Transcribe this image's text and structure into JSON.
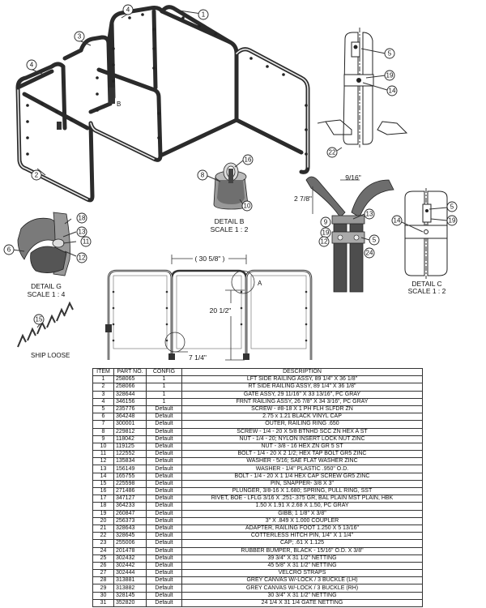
{
  "callouts": {
    "iso_1": "1",
    "iso_2": "2",
    "iso_3": "3",
    "iso_4a": "4",
    "iso_4b": "4",
    "clamp_5": "5",
    "clamp_19": "19",
    "clamp_14": "14",
    "clamp_22": "22",
    "b_16": "16",
    "b_8": "8",
    "b_10": "10",
    "g_18": "18",
    "g_13": "13",
    "g_11": "11",
    "g_12": "12",
    "g_6": "6",
    "ship_15": "15",
    "mid_9": "9",
    "mid_19": "19",
    "mid_12": "12",
    "mid_13": "13",
    "mid_5": "5",
    "mid_24": "24",
    "c_5": "5",
    "c_19": "19",
    "c_14": "14"
  },
  "labels": {
    "detail_b": "DETAIL B",
    "scale_b": "SCALE 1 : 2",
    "detail_g": "DETAIL G",
    "scale_g": "SCALE 1 : 4",
    "detail_c": "DETAIL C",
    "scale_c": "SCALE 1 : 2",
    "ship_loose": "SHIP LOOSE",
    "view_b": "B",
    "view_a": "A"
  },
  "dimensions": {
    "top_width": "( 30 5/8\" )",
    "height": "20 1/2\"",
    "bottom": "7 1/4\"",
    "tube_gap": "9/16\"",
    "tube_height": "2 7/8\""
  },
  "bom": {
    "headers": [
      "ITEM",
      "PART NO.",
      "CONFIG",
      "DESCRIPTION"
    ],
    "rows": [
      [
        "1",
        "258065",
        "1",
        "LFT SIDE RAILING ASSY, 89 1/4\" X 36 1/8\""
      ],
      [
        "2",
        "258066",
        "1",
        "RT SIDE RAILING ASSY, 89 1/4\" X 36 1/8\""
      ],
      [
        "3",
        "328644",
        "1",
        "GATE ASSY, 29 11/16\" X 33 13/16\", PC GRAY"
      ],
      [
        "4",
        "346156",
        "1",
        "FRNT RAILING ASSY, 26 7/8\" X 34 3/16\", PC GRAY"
      ],
      [
        "5",
        "235776",
        "Default",
        "SCREW - #8-18 X 1 PH FLH SLFDR ZN"
      ],
      [
        "6",
        "364248",
        "Default",
        "2.75 x 1.21 BLACK VINYL CAP"
      ],
      [
        "7",
        "300001",
        "Default",
        "OUTER, RAILING RING .650"
      ],
      [
        "8",
        "229812",
        "Default",
        "SCREW - 1/4 - 20 X 5/8 BTNHD SCC ZN HEX A ST"
      ],
      [
        "9",
        "118042",
        "Default",
        "NUT - 1/4 - 20; NYLON INSERT LOCK NUT ZINC"
      ],
      [
        "10",
        "119125",
        "Default",
        "NUT - 3/8 - 16 HEX ZN GR 5 ST"
      ],
      [
        "11",
        "122552",
        "Default",
        "BOLT - 1/4 - 20 X 2 1/2; HEX TAP BOLT GR5 ZINC"
      ],
      [
        "12",
        "135834",
        "Default",
        "WASHER - 5/16; SAE FLAT WASHER ZINC"
      ],
      [
        "13",
        "156149",
        "Default",
        "WASHER - 1/4\" PLASTIC .950\" O.D."
      ],
      [
        "14",
        "165755",
        "Default",
        "BOLT - 1/4 - 20 X 1 1/4 HEX CAP SCREW GR5 ZINC"
      ],
      [
        "15",
        "225598",
        "Default",
        "PIN, SNAPPER- 3/8 X 3\""
      ],
      [
        "16",
        "271486",
        "Default",
        "PLUNGER, 3/8-16 X 1.680; SPRING, PULL RING, SST"
      ],
      [
        "17",
        "347127",
        "Default",
        "RIVET, BOE - LFLG 3/16 X .251-.375 GR, BAL PLAIN MST PLAIN, HBK"
      ],
      [
        "18",
        "364233",
        "Default",
        "1.50 X 1.91 X 2.68 X 1.50, PC GRAY"
      ],
      [
        "19",
        "260847",
        "Default",
        "GIBB; 1 1/8\" X 3/8\""
      ],
      [
        "20",
        "256373",
        "Default",
        "3\" X .849 X 1.000 COUPLER"
      ],
      [
        "21",
        "328643",
        "Default",
        "ADAPTER, RAILING FOOT 1.250 X 5 13/16\""
      ],
      [
        "22",
        "328645",
        "Default",
        "COTTERLESS HITCH PIN, 1/4\" X 1 1/4\""
      ],
      [
        "23",
        "255006",
        "Default",
        "CAP; .61 X 1.125"
      ],
      [
        "24",
        "201478",
        "Default",
        "RUBBER BUMPER, BLACK - 15/16\" O.D. X 3/8\""
      ],
      [
        "25",
        "302432",
        "Default",
        "39 3/4\" X 31 1/2\" NETTING"
      ],
      [
        "26",
        "302442",
        "Default",
        "45 5/8\" X 31 1/2\" NETTING"
      ],
      [
        "27",
        "302444",
        "Default",
        "VELCRO STRAPS"
      ],
      [
        "28",
        "313881",
        "Default",
        "GREY CANVAS W/-LOCK / 3 BUCKLE (LH)"
      ],
      [
        "29",
        "313882",
        "Default",
        "GREY CANVAS W/-LOCK / 3 BUCKLE (RH)"
      ],
      [
        "30",
        "328145",
        "Default",
        "30 3/4\" X 31 1/2\" NETTING"
      ],
      [
        "31",
        "352820",
        "Default",
        "24 1/4 X 31 1/4 GATE NETTING"
      ]
    ]
  }
}
